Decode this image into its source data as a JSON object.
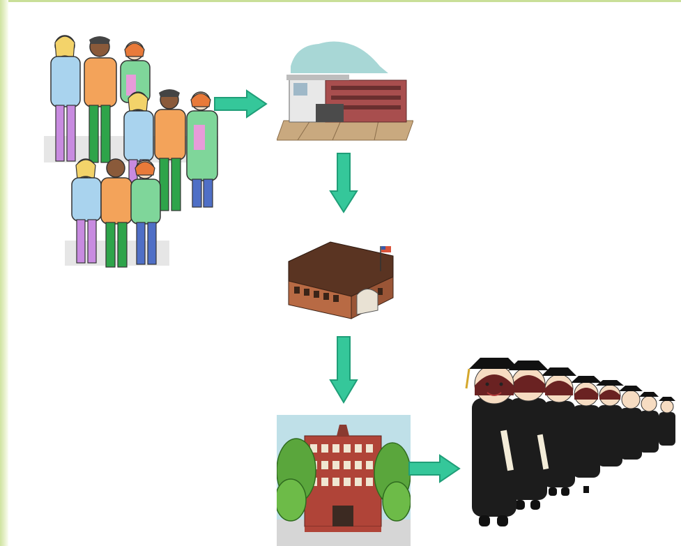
{
  "diagram": {
    "nodes": [
      {
        "id": "students-group",
        "label": ""
      },
      {
        "id": "primary-school",
        "label": ""
      },
      {
        "id": "middle-school",
        "label": ""
      },
      {
        "id": "university",
        "label": ""
      },
      {
        "id": "graduates",
        "label": ""
      }
    ],
    "edges": [
      {
        "from": "students-group",
        "to": "primary-school",
        "direction": "right"
      },
      {
        "from": "primary-school",
        "to": "middle-school",
        "direction": "down"
      },
      {
        "from": "middle-school",
        "to": "university",
        "direction": "down"
      },
      {
        "from": "university",
        "to": "graduates",
        "direction": "right"
      }
    ]
  },
  "colors": {
    "arrow_fill": "#35c79a",
    "arrow_stroke": "#1f9e78",
    "frame_accent": "#c9df98"
  }
}
